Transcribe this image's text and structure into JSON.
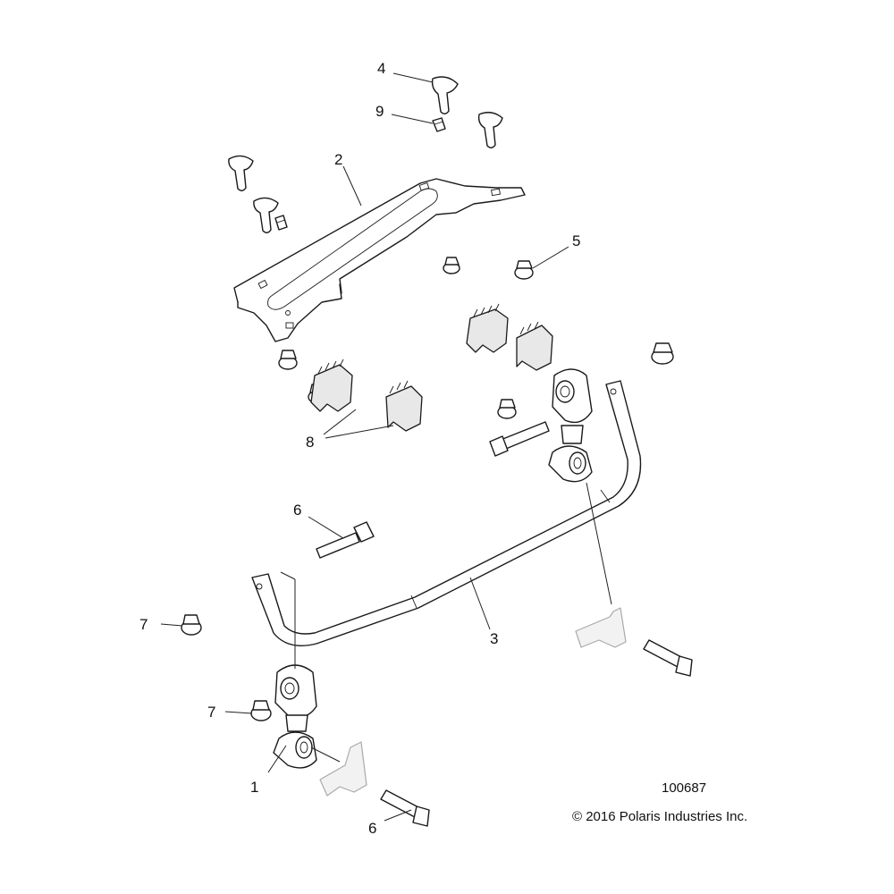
{
  "diagram": {
    "drawing_number": "100687",
    "copyright": "© 2016 Polaris Industries Inc.",
    "callouts": {
      "c1": "1",
      "c2": "2",
      "c3": "3",
      "c4": "4",
      "c5": "5",
      "c6a": "6",
      "c6b": "6",
      "c7a": "7",
      "c7b": "7",
      "c8": "8",
      "c9": "9"
    }
  }
}
